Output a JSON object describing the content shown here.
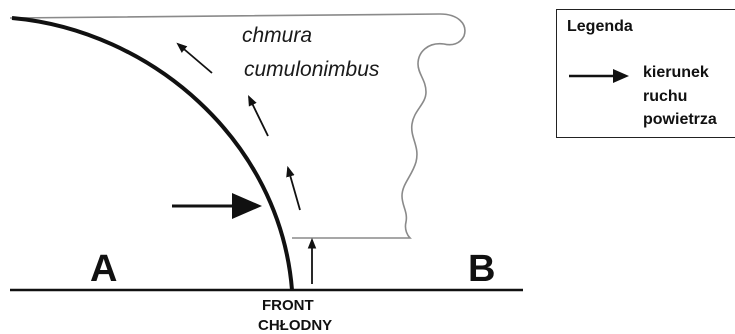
{
  "diagram": {
    "cloud_label_line1": "chmura",
    "cloud_label_line2": "cumulonimbus",
    "air_mass_left": "A",
    "air_mass_right": "B",
    "front_label_line1": "FRONT",
    "front_label_line2": "CHŁODNY"
  },
  "legend": {
    "title": "Legenda",
    "arrow_meaning_line1": "kierunek",
    "arrow_meaning_line2": "ruchu",
    "arrow_meaning_line3": "powietrza"
  },
  "colors": {
    "ink": "#111111",
    "cloud_outline": "#8a8a8a",
    "background": "#ffffff"
  }
}
